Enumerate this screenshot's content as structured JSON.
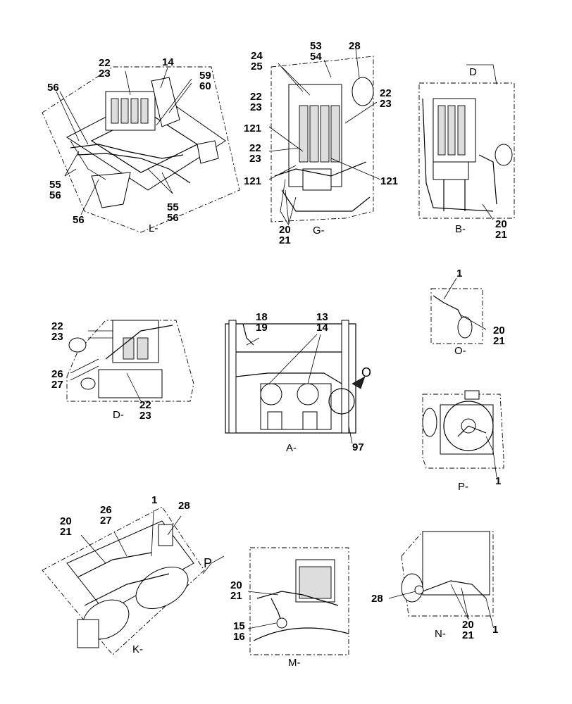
{
  "views": {
    "L": {
      "caption": "L-",
      "callouts": [
        "22",
        "23",
        "14",
        "59",
        "60",
        "56",
        "55",
        "56",
        "55",
        "56",
        "56"
      ]
    },
    "G": {
      "caption": "G-",
      "callouts": [
        "24",
        "25",
        "53",
        "54",
        "28",
        "22",
        "23",
        "22",
        "23",
        "121",
        "22",
        "23",
        "121",
        "121",
        "20",
        "21"
      ]
    },
    "B": {
      "caption": "B-",
      "view_letter": "D",
      "callouts": [
        "20",
        "21"
      ]
    },
    "D": {
      "caption": "D-",
      "callouts": [
        "22",
        "23",
        "26",
        "27",
        "22",
        "23"
      ]
    },
    "A": {
      "caption": "A-",
      "view_letter": "O",
      "callouts": [
        "18",
        "19",
        "13",
        "14",
        "97"
      ]
    },
    "O": {
      "caption": "O-",
      "callouts": [
        "1",
        "20",
        "21"
      ]
    },
    "P": {
      "caption": "P-",
      "callouts": [
        "1"
      ]
    },
    "K": {
      "caption": "K-",
      "view_letter": "P",
      "callouts": [
        "1",
        "28",
        "20",
        "21",
        "26",
        "27"
      ]
    },
    "M": {
      "caption": "M-",
      "callouts": [
        "20",
        "21",
        "15",
        "16"
      ]
    },
    "N": {
      "caption": "N-",
      "callouts": [
        "28",
        "20",
        "21",
        "1"
      ]
    }
  }
}
